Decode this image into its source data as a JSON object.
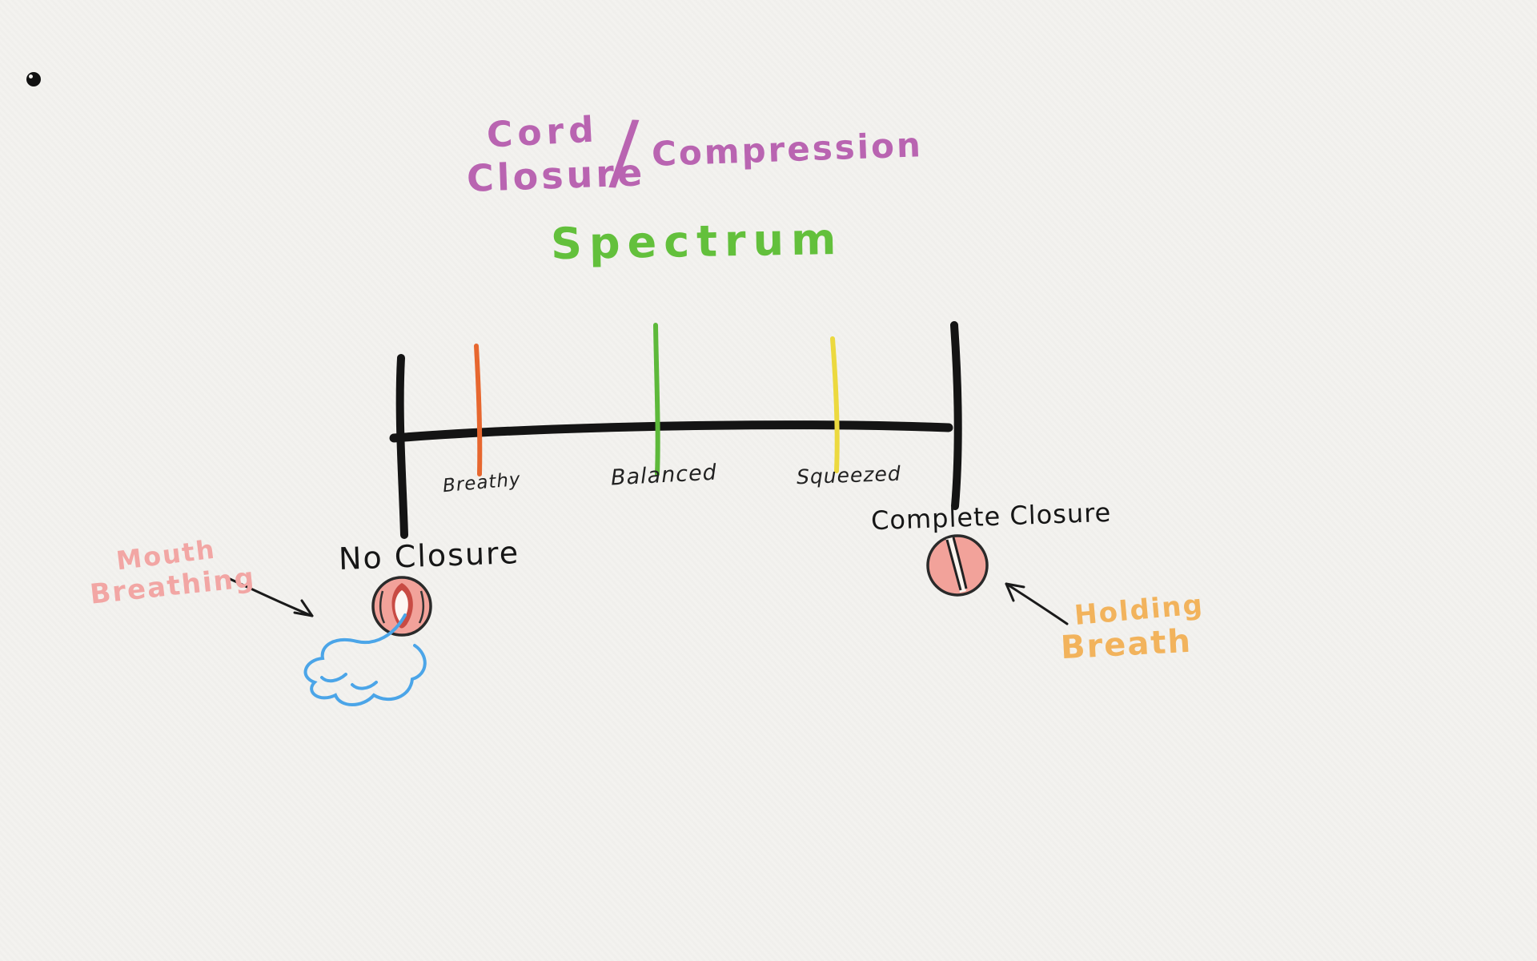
{
  "page": {
    "background_color": "#f3f2ef"
  },
  "icons": {
    "corner_dot": "dot-icon"
  },
  "header": {
    "title_line1": "Cord",
    "title_line2": "Closure",
    "separator": "/",
    "title_right": "Compression",
    "subtitle": "Spectrum",
    "title_color": "#b964b1",
    "subtitle_color": "#63c03c"
  },
  "spectrum": {
    "axis_color": "#141414",
    "ticks": [
      {
        "label": "Breathy",
        "color": "#e7672f"
      },
      {
        "label": "Balanced",
        "color": "#5db93a"
      },
      {
        "label": "Squeezed",
        "color": "#ecd93f"
      }
    ],
    "left_label": "No Closure",
    "right_label": "Complete Closure"
  },
  "annotations": {
    "mouth_line1": "Mouth",
    "mouth_line2": "Breathing",
    "mouth_color": "#f2a6a4",
    "holding_line1": "Holding",
    "holding_line2": "Breath",
    "holding_color": "#f2b35c",
    "arrow_color": "#1a1a1a",
    "cord_fill": "#f2a29a",
    "cord_outline": "#2a2a2a",
    "glottis_color": "#c84b44",
    "airflow_color": "#4ba5e8"
  }
}
